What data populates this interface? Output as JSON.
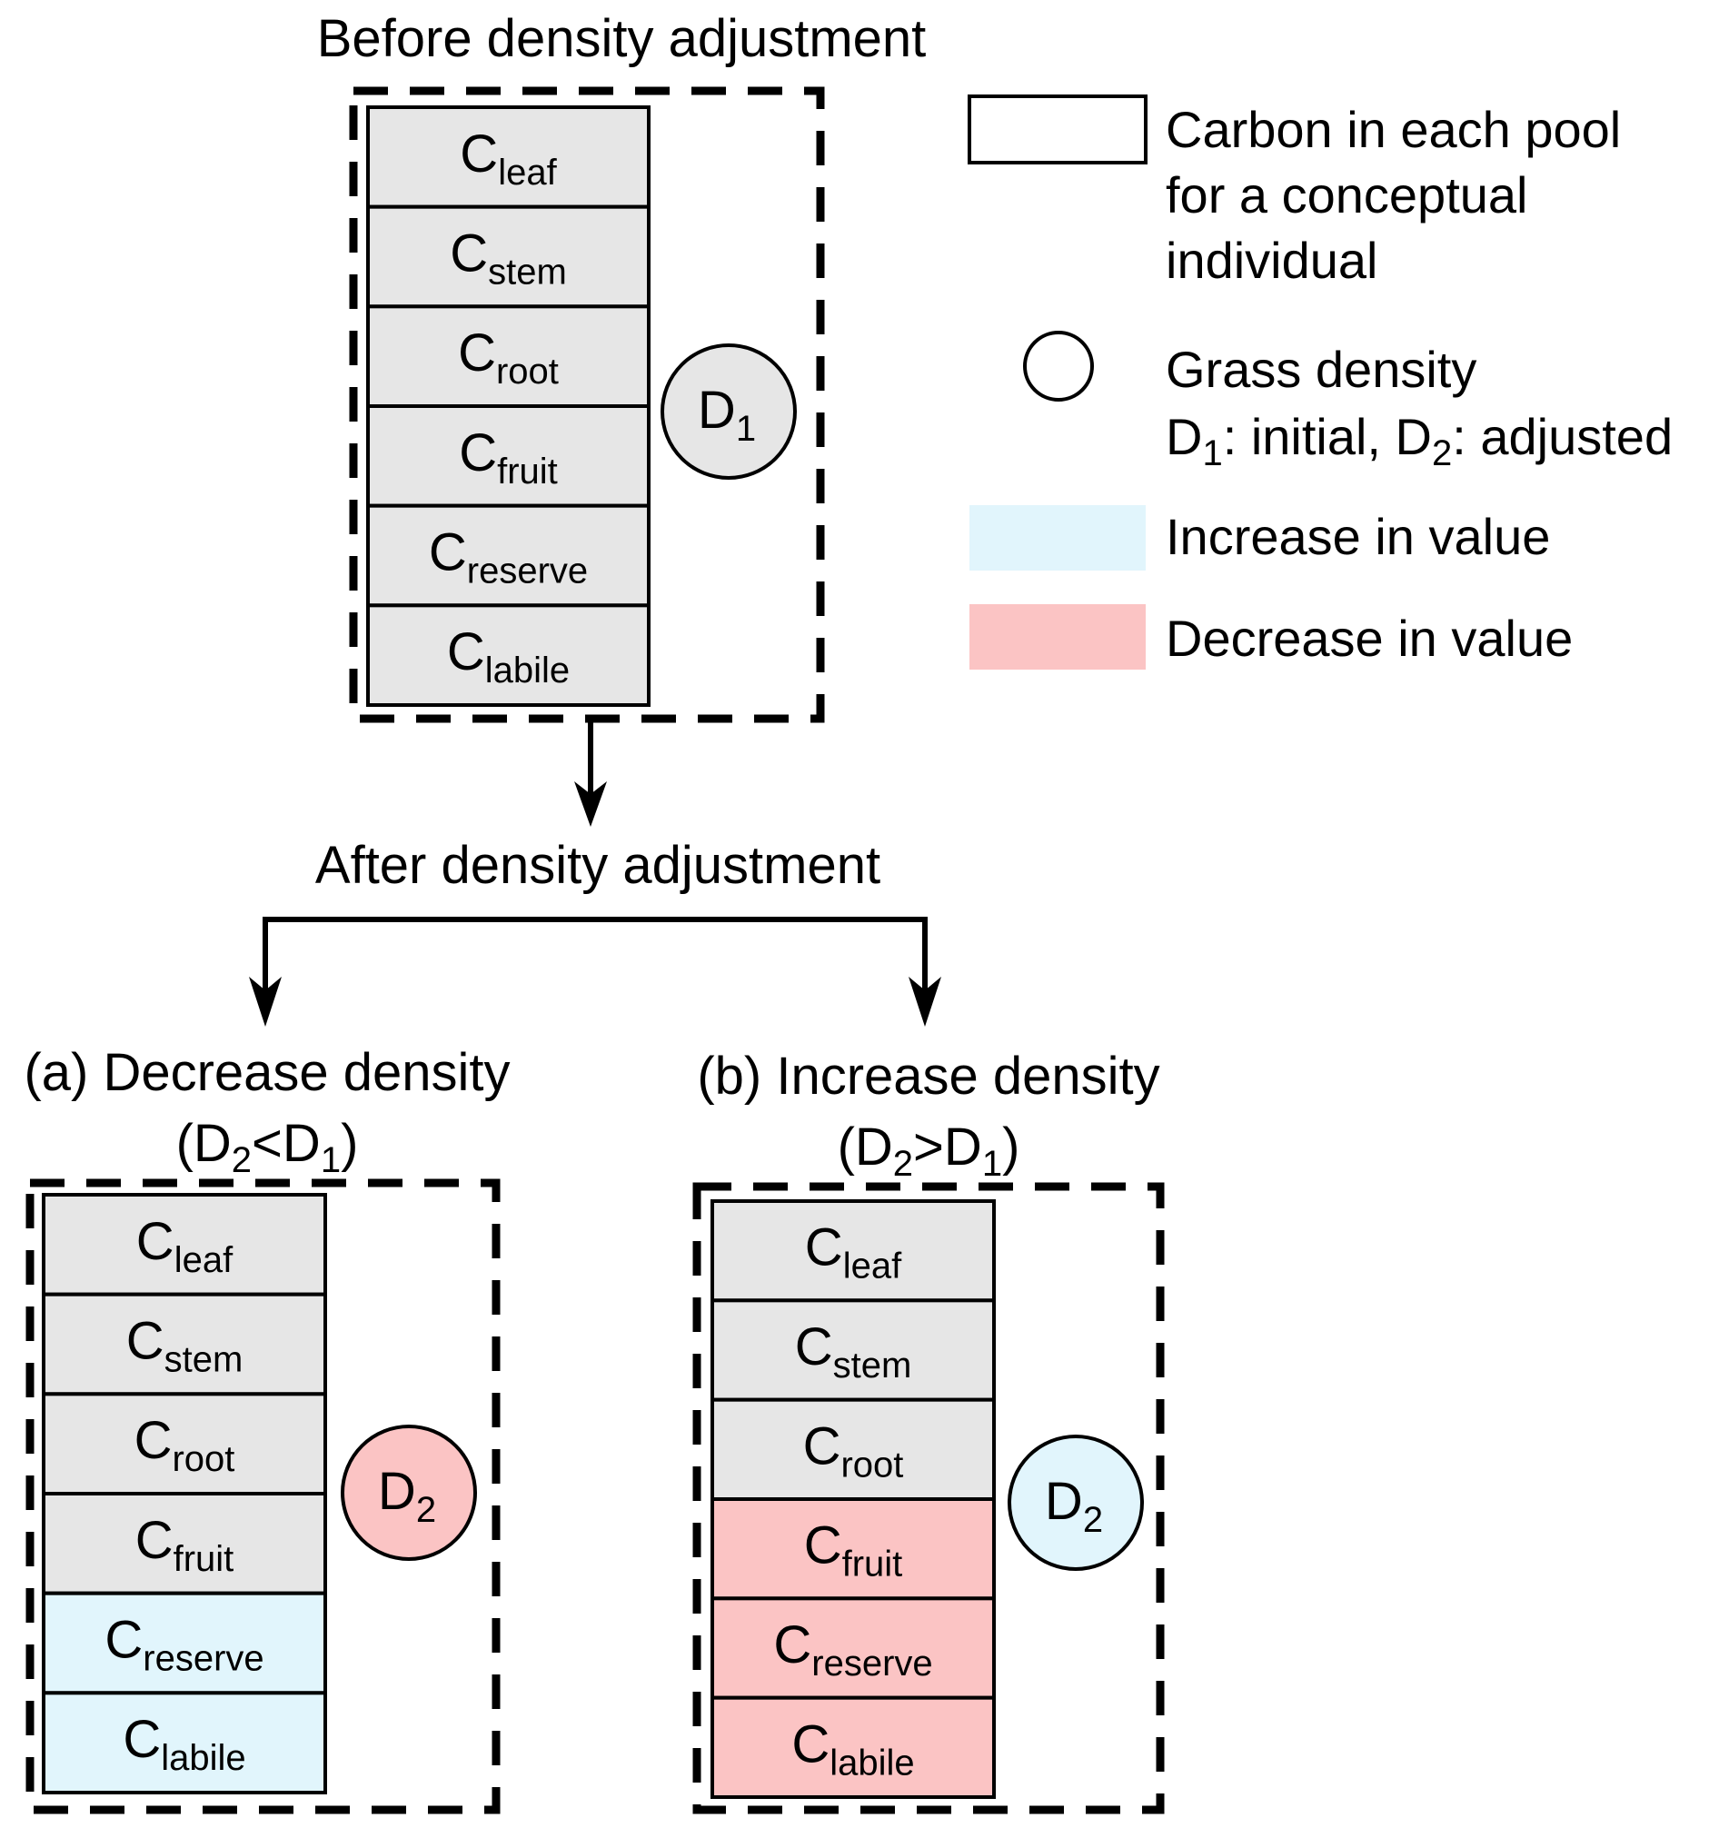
{
  "colors": {
    "unchanged": "#E6E6E6",
    "increase": "#E1F5FC",
    "decrease": "#FBC4C4",
    "stroke": "#000000"
  },
  "before": {
    "title": "Before density adjustment",
    "density": {
      "symbol": "D",
      "sub": "1",
      "state": "unchanged"
    },
    "pools": [
      {
        "symbol": "C",
        "sub": "leaf",
        "state": "unchanged"
      },
      {
        "symbol": "C",
        "sub": "stem",
        "state": "unchanged"
      },
      {
        "symbol": "C",
        "sub": "root",
        "state": "unchanged"
      },
      {
        "symbol": "C",
        "sub": "fruit",
        "state": "unchanged"
      },
      {
        "symbol": "C",
        "sub": "reserve",
        "state": "unchanged"
      },
      {
        "symbol": "C",
        "sub": "labile",
        "state": "unchanged"
      }
    ]
  },
  "after_title": "After density adjustment",
  "panels": [
    {
      "label": "(a) Decrease density",
      "condition": {
        "open": "(D",
        "s1": "2",
        "op": "<D",
        "s2": "1",
        "close": ")"
      },
      "density": {
        "symbol": "D",
        "sub": "2",
        "state": "decrease"
      },
      "pools": [
        {
          "symbol": "C",
          "sub": "leaf",
          "state": "unchanged"
        },
        {
          "symbol": "C",
          "sub": "stem",
          "state": "unchanged"
        },
        {
          "symbol": "C",
          "sub": "root",
          "state": "unchanged"
        },
        {
          "symbol": "C",
          "sub": "fruit",
          "state": "unchanged"
        },
        {
          "symbol": "C",
          "sub": "reserve",
          "state": "increase"
        },
        {
          "symbol": "C",
          "sub": "labile",
          "state": "increase"
        }
      ]
    },
    {
      "label": "(b) Increase density",
      "condition": {
        "open": "(D",
        "s1": "2",
        "op": ">D",
        "s2": "1",
        "close": ")"
      },
      "density": {
        "symbol": "D",
        "sub": "2",
        "state": "increase"
      },
      "pools": [
        {
          "symbol": "C",
          "sub": "leaf",
          "state": "unchanged"
        },
        {
          "symbol": "C",
          "sub": "stem",
          "state": "unchanged"
        },
        {
          "symbol": "C",
          "sub": "root",
          "state": "unchanged"
        },
        {
          "symbol": "C",
          "sub": "fruit",
          "state": "decrease"
        },
        {
          "symbol": "C",
          "sub": "reserve",
          "state": "decrease"
        },
        {
          "symbol": "C",
          "sub": "labile",
          "state": "decrease"
        }
      ]
    }
  ],
  "legend": {
    "pool": {
      "lines": [
        "Carbon in each pool",
        "for a conceptual",
        "individual"
      ]
    },
    "density": {
      "line1": "Grass density",
      "l2a": "D",
      "l2a_sub": "1",
      "l2b": ": initial, D",
      "l2b_sub": "2",
      "l2c": ": adjusted"
    },
    "increase": "Increase in value",
    "decrease": "Decrease in value"
  }
}
